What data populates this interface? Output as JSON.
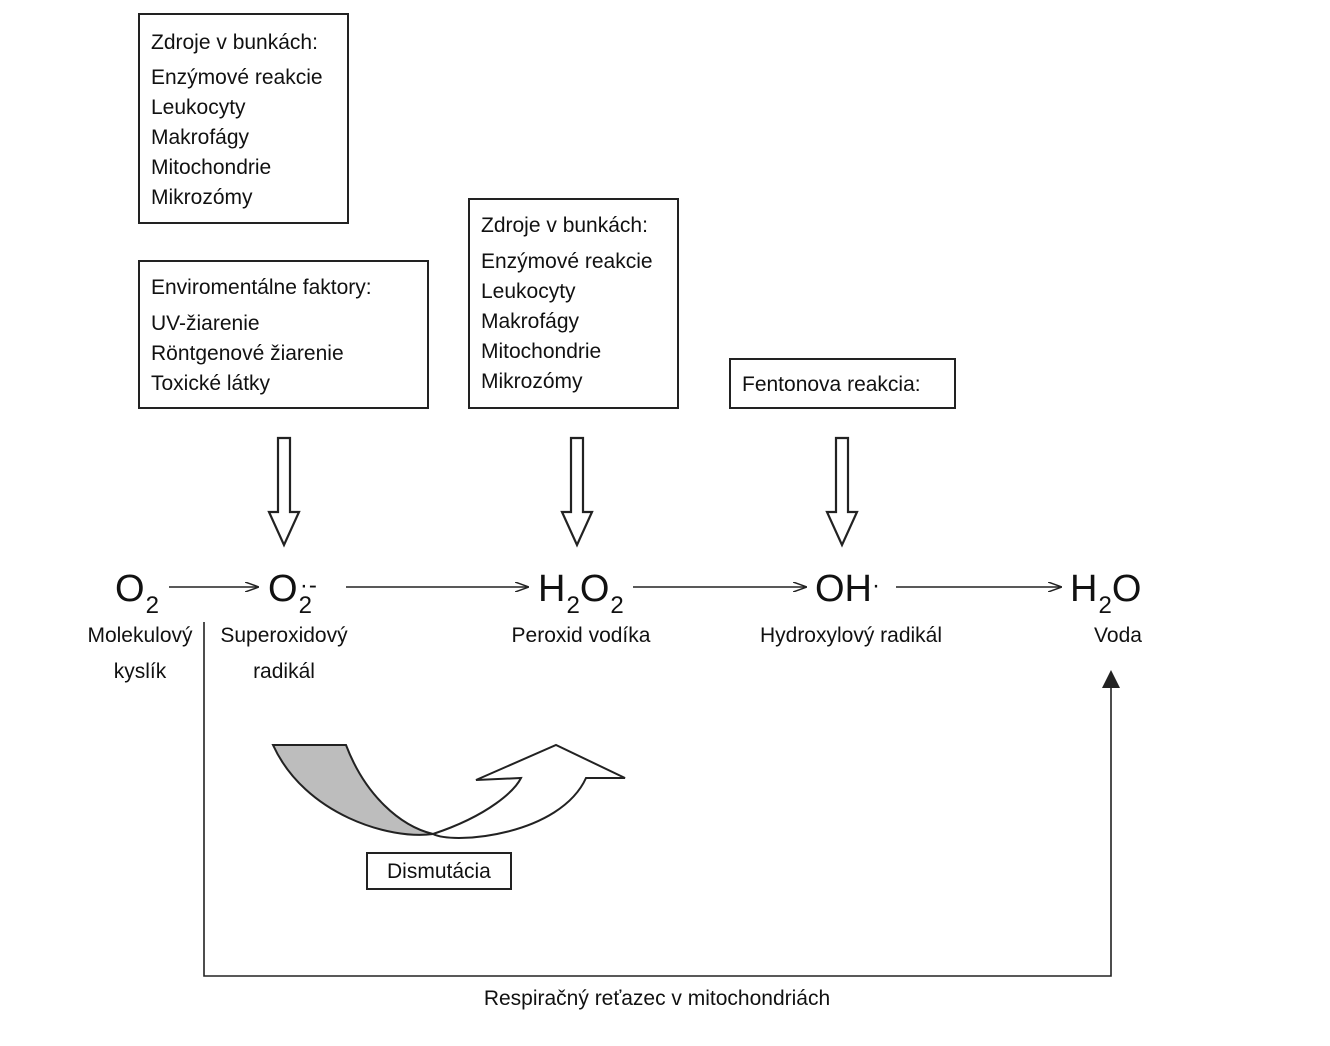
{
  "boxes": {
    "cell_sources_1": {
      "heading": "Zdroje v bunkách:",
      "items": [
        "Enzýmové reakcie",
        "Leukocyty",
        "Makrofágy",
        "Mitochondrie",
        "Mikrozómy"
      ]
    },
    "environmental": {
      "heading": "Enviromentálne faktory:",
      "items": [
        "UV-žiarenie",
        "Röntgenové žiarenie",
        "Toxické látky"
      ]
    },
    "cell_sources_2": {
      "heading": "Zdroje v bunkách:",
      "items": [
        "Enzýmové reakcie",
        "Leukocyty",
        "Makrofágy",
        "Mitochondrie",
        "Mikrozómy"
      ]
    },
    "fenton": {
      "heading": "Fentonova reakcia:"
    },
    "dismutation": {
      "label": "Dismutácia"
    }
  },
  "species": {
    "o2": {
      "base": "O",
      "sub": "2",
      "label_line1": "Molekulový",
      "label_line2": "kyslík"
    },
    "superoxide": {
      "base": "O",
      "sub": "2",
      "sup": "·-",
      "label_line1": "Superoxidový",
      "label_line2": "radikál"
    },
    "h2o2": {
      "base1": "H",
      "sub1": "2",
      "base2": "O",
      "sub2": "2",
      "label": "Peroxid vodíka"
    },
    "oh": {
      "base": "OH",
      "sup": "·",
      "label": "Hydroxylový radikál"
    },
    "h2o": {
      "base1": "H",
      "sub1": "2",
      "base2": "O",
      "label": "Voda"
    }
  },
  "respiratory_chain_label": "Respiračný reťazec v mitochondriách"
}
